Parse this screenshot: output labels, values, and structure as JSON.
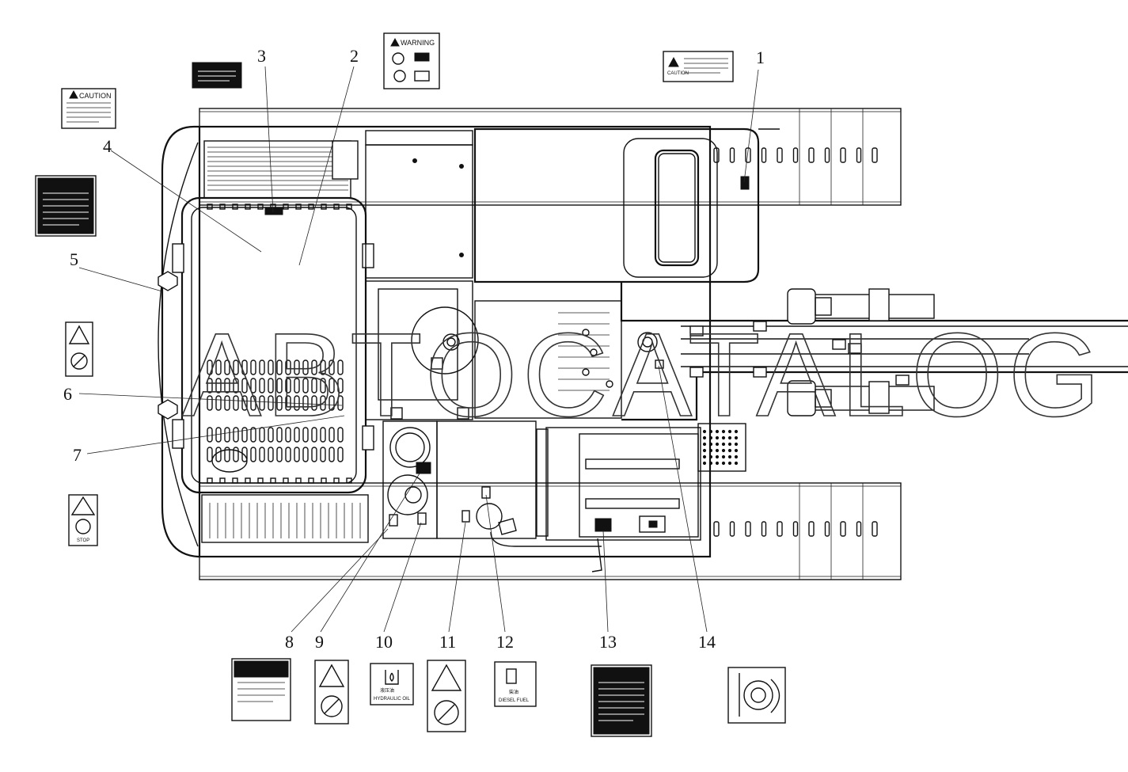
{
  "watermark": "ABTOCATALOG",
  "callouts": [
    "1",
    "2",
    "3",
    "4",
    "5",
    "6",
    "7",
    "8",
    "9",
    "10",
    "11",
    "12",
    "13",
    "14"
  ],
  "decals": {
    "caution": "CAUTION",
    "warning": "WARNING",
    "caution_small": "CAUTION",
    "stop": "STOP",
    "hydraulic_oil": "HYDRAULIC OIL",
    "hydraulic_oil_cn": "液压油",
    "diesel_fuel": "DIESEL FUEL",
    "diesel_fuel_cn": "柴油"
  }
}
